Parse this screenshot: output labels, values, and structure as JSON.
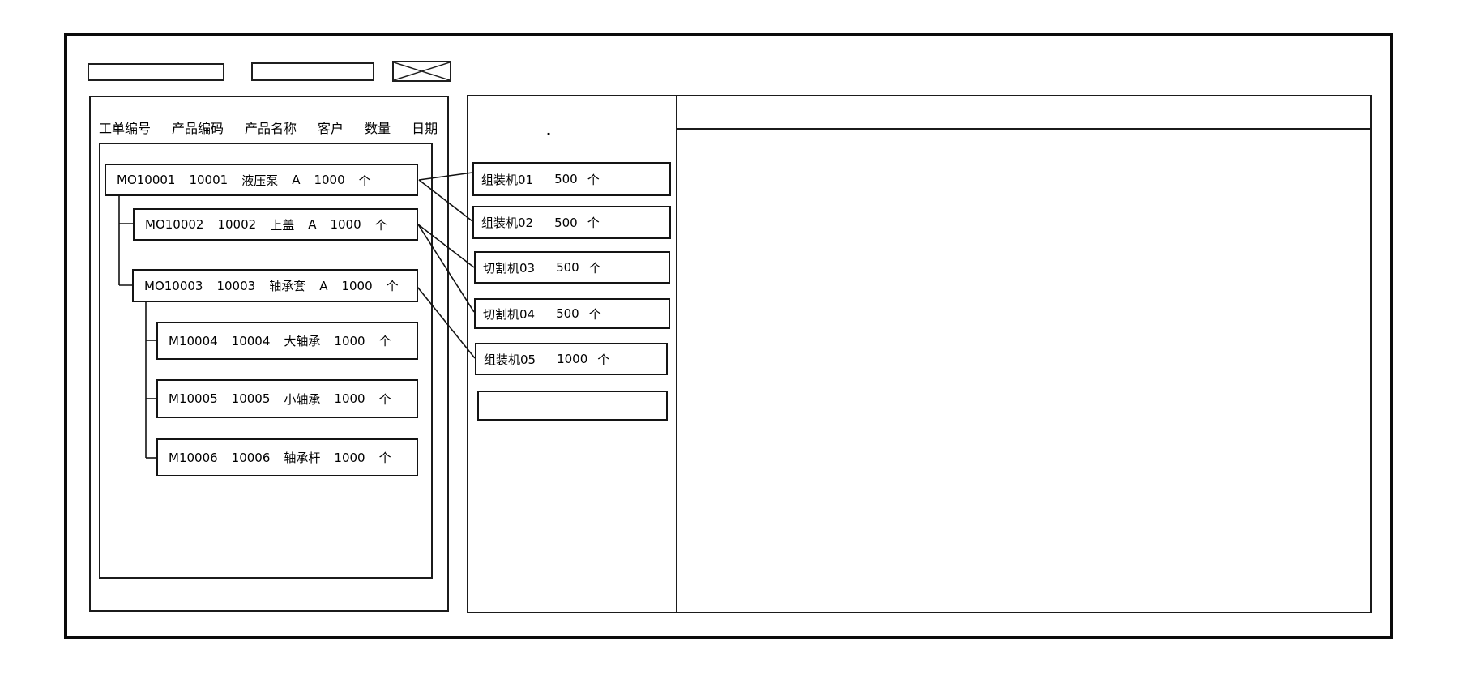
{
  "toolbar": {
    "field1_value": "",
    "field2_value": ""
  },
  "left_panel": {
    "columns": [
      "工单编号",
      "产品编码",
      "产品名称",
      "客户",
      "数量",
      "日期"
    ],
    "orders": [
      {
        "order_no": "MO10001",
        "product_code": "10001",
        "product_name": "液压泵",
        "customer": "A",
        "qty": "1000",
        "unit": "个"
      },
      {
        "order_no": "MO10002",
        "product_code": "10002",
        "product_name": "上盖",
        "customer": "A",
        "qty": "1000",
        "unit": "个"
      },
      {
        "order_no": "MO10003",
        "product_code": "10003",
        "product_name": "轴承套",
        "customer": "A",
        "qty": "1000",
        "unit": "个"
      },
      {
        "order_no": "M10004",
        "product_code": "10004",
        "product_name": "大轴承",
        "customer": "",
        "qty": "1000",
        "unit": "个"
      },
      {
        "order_no": "M10005",
        "product_code": "10005",
        "product_name": "小轴承",
        "customer": "",
        "qty": "1000",
        "unit": "个"
      },
      {
        "order_no": "M10006",
        "product_code": "10006",
        "product_name": "轴承杆",
        "customer": "",
        "qty": "1000",
        "unit": "个"
      }
    ]
  },
  "middle_panel": {
    "dot": ".",
    "machines": [
      {
        "name": "组装机01",
        "qty": "500",
        "unit": "个"
      },
      {
        "name": "组装机02",
        "qty": "500",
        "unit": "个"
      },
      {
        "name": "切割机03",
        "qty": "500",
        "unit": "个"
      },
      {
        "name": "切割机04",
        "qty": "500",
        "unit": "个"
      },
      {
        "name": "组装机05",
        "qty": "1000",
        "unit": "个"
      },
      {
        "name": "",
        "qty": "",
        "unit": ""
      }
    ]
  },
  "connections": [
    {
      "from": "MO10001",
      "to": "组装机01"
    },
    {
      "from": "MO10001",
      "to": "组装机02"
    },
    {
      "from": "MO10002",
      "to": "切割机03"
    },
    {
      "from": "MO10002",
      "to": "切割机04"
    },
    {
      "from": "MO10003",
      "to": "组装机05"
    }
  ],
  "colors": {
    "line": "#121212",
    "background": "#ffffff"
  }
}
